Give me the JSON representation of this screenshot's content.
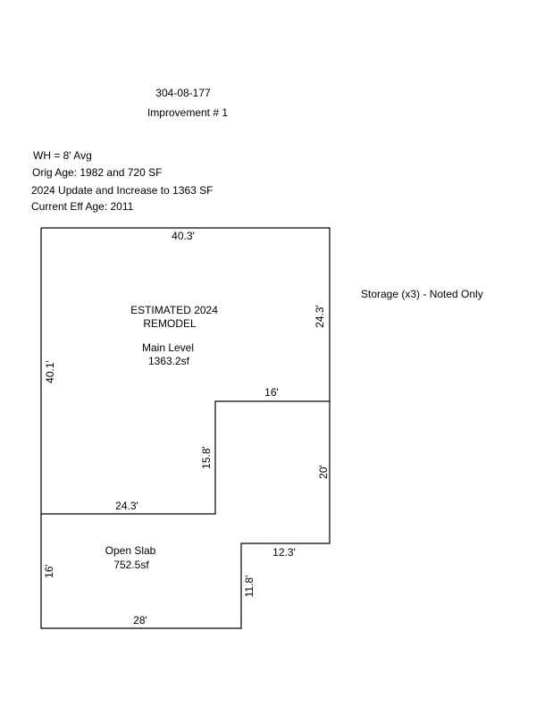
{
  "header": {
    "parcel_id": "304-08-177",
    "improvement": "Improvement # 1"
  },
  "notes": [
    "WH = 8' Avg",
    "Orig Age: 1982 and 720 SF",
    "2024 Update and Increase to 1363 SF",
    "Current Eff Age: 2011"
  ],
  "side_note": "Storage (x3) -  Noted Only",
  "areas": {
    "main": {
      "line1": "ESTIMATED 2024",
      "line2": "REMODEL",
      "name": "Main Level",
      "size": "1363.2sf"
    },
    "slab": {
      "name": "Open Slab",
      "size": "752.5sf"
    }
  },
  "dimensions": {
    "main_top": "40.3'",
    "main_right": "24.3'",
    "main_left": "40.1'",
    "notch_top": "16'",
    "notch_left": "15.8'",
    "main_bottom": "24.3'",
    "slab_right": "20'",
    "slab_step": "12.3'",
    "slab_left": "16'",
    "slab_step_down": "11.8'",
    "slab_bottom": "28'"
  }
}
